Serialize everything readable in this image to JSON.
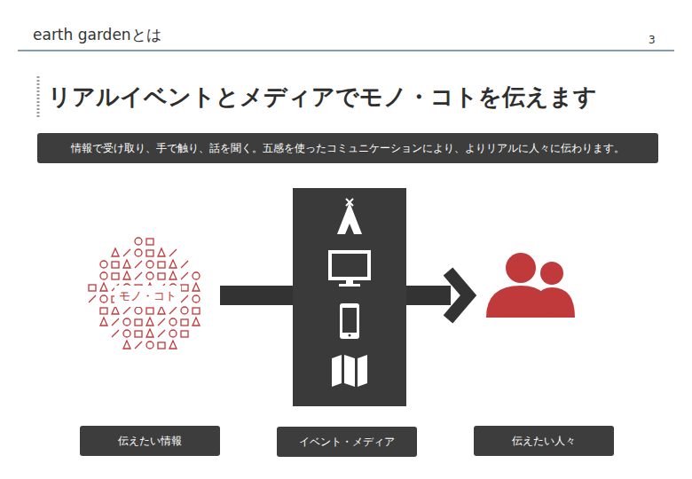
{
  "diagram": {
    "title": "リアルイベントとメディアでモノ・コトを伝えます",
    "nodes": [
      {
        "text": [
          "情報で受け取り、手で触り、話を聞く。五感を使ったコミュニケーションにより、よりリアルに人々に伝わります。"
        ]
      },
      {
        "text": [
          "モノ・コト"
        ]
      },
      {
        "text": [
          "伝えたい情報"
        ]
      },
      {
        "text": [
          "イベント・メディア"
        ]
      },
      {
        "text": [
          "伝えたい人々"
        ]
      }
    ],
    "labels": [
      "earth gardenとは",
      "3"
    ]
  }
}
